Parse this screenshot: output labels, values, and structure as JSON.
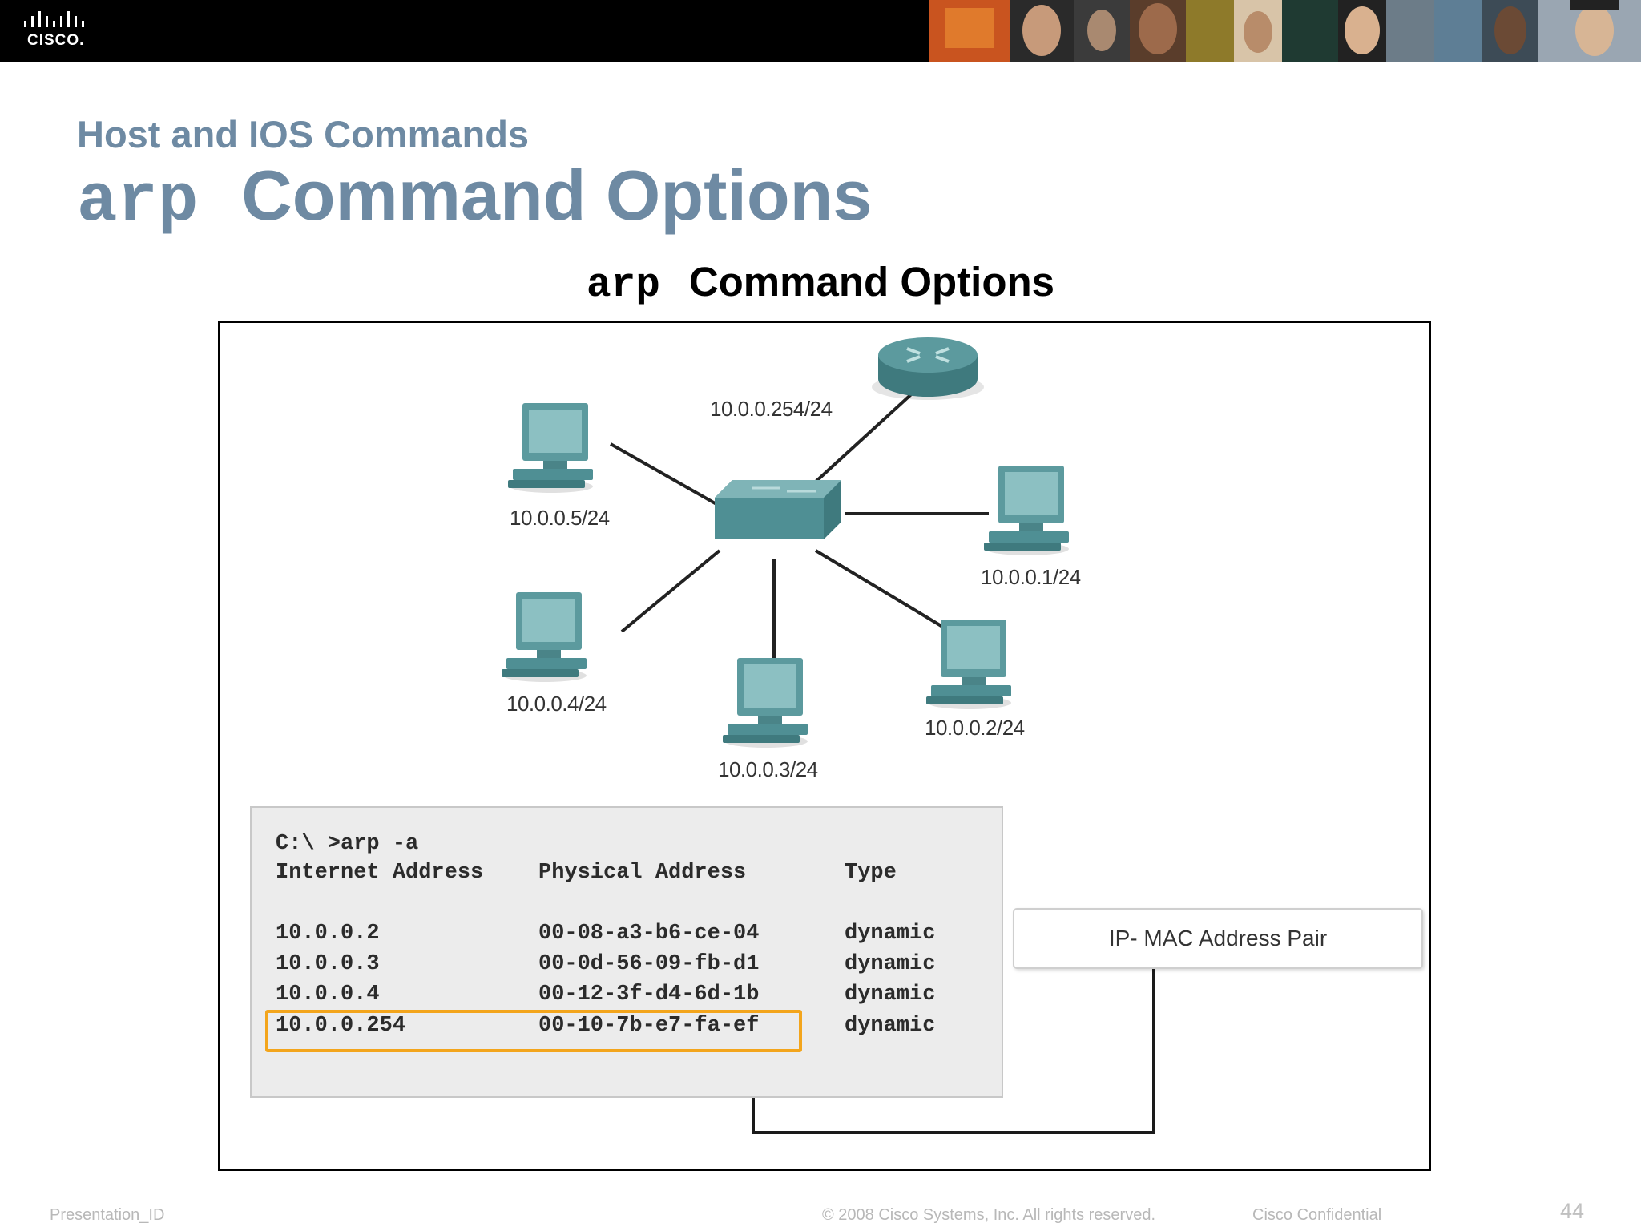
{
  "brand": {
    "logo_text": "CISCO."
  },
  "header": {
    "subtitle": "Host and IOS Commands",
    "title_command": "arp",
    "title_rest": "Command Options"
  },
  "figure": {
    "caption_command": "arp",
    "caption_rest": "Command Options",
    "router_ip": "10.0.0.254/24",
    "hosts": {
      "top_left": "10.0.0.5/24",
      "right": "10.0.0.1/24",
      "lower_left": "10.0.0.4/24",
      "bottom": "10.0.0.3/24",
      "lower_right": "10.0.0.2/24"
    },
    "terminal": {
      "prompt": "C:\\ >arp -a",
      "headers": {
        "address": "Internet Address",
        "physical": "Physical Address",
        "type": "Type"
      },
      "rows": [
        {
          "address": "10.0.0.2",
          "physical": "00-08-a3-b6-ce-04",
          "type": "dynamic"
        },
        {
          "address": "10.0.0.3",
          "physical": "00-0d-56-09-fb-d1",
          "type": "dynamic"
        },
        {
          "address": "10.0.0.4",
          "physical": "00-12-3f-d4-6d-1b",
          "type": "dynamic"
        },
        {
          "address": "10.0.0.254",
          "physical": "00-10-7b-e7-fa-ef",
          "type": "dynamic"
        }
      ]
    },
    "callout": "IP- MAC Address Pair"
  },
  "footer": {
    "presentation_id": "Presentation_ID",
    "copyright": "© 2008 Cisco Systems, Inc. All rights reserved.",
    "confidential": "Cisco Confidential",
    "page_number": "44"
  },
  "colors": {
    "title": "#6e8aa3",
    "device": "#4f8f94",
    "highlight": "#f3a51c",
    "topbar": "#000000"
  }
}
